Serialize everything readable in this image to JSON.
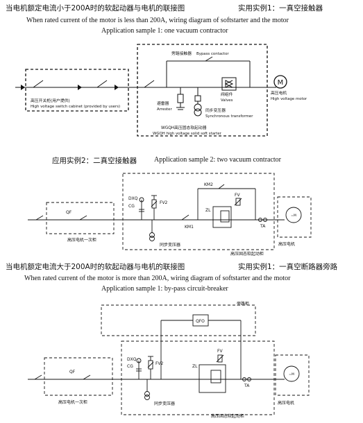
{
  "section1": {
    "title_cn": "当电机额定电流小于200A时的软起动器与电机的联接图",
    "sample_cn": "实用实例1：一真空接触器",
    "title_en": "When rated current of the motor is less than 200A, wiring diagram of softstarter and the motor",
    "sample_en": "Application sample 1: one vacuum contractor",
    "labels": {
      "bypass_cn": "旁路接触器",
      "bypass_en": "Bypass contactor",
      "valves_cn": "阀组件",
      "valves_en": "Valves",
      "arrester_cn": "避雷器",
      "arrester_en": "Arrester",
      "sync_cn": "同步变压器",
      "sync_en": "Synchronous transformer",
      "motor_cn": "高压电机",
      "motor_en": "High voltage motor",
      "cabinet_cn": "高压开关柜(用户提供)",
      "cabinet_en": "High voltage switch cabinet (provided by users)",
      "starter_cn": "WGQH高压固态软起动器",
      "starter_en": "WGQH high voltage solid soft starter",
      "motor_symbol": "M"
    }
  },
  "section2": {
    "title_cn": "应用实例2：二真空接触器",
    "title_en": "Application sample 2: two vacuum contractor",
    "labels": {
      "qf": "QF",
      "dxq": "DXQ",
      "cg": "CG",
      "fv2": "FV2",
      "km2": "KM2",
      "fv": "FV",
      "zl": "ZL",
      "km1": "KM1",
      "ta": "TA",
      "sync": "同步变压器",
      "cabinet": "高压电机一次柜",
      "starter": "高压固态软起动柜",
      "motor": "高压电机",
      "motor_symbol": "=M"
    }
  },
  "section3": {
    "title_cn": "当电机额定电流大于200A时的软起动器与电机的联接图",
    "sample_cn": "实用实例1：一真空断路器旁路",
    "title_en": "When rated current of the motor is more than 200A, wiring diagram of softstarter and the motor",
    "sample_en": "Application sample 1: by-pass circuit-breaker",
    "labels": {
      "bypass_cab": "旁路柜",
      "qfo": "QFO",
      "qf": "QF",
      "dxq": "DXQ",
      "cg": "CG",
      "fv2": "FV2",
      "fv": "FV",
      "zl": "ZL",
      "ta": "TA",
      "sync": "同步变压器",
      "cabinet": "高压电机一次柜",
      "starter": "高压固态软起动柜",
      "motor": "高压电机",
      "motor_symbol": "=M"
    }
  }
}
